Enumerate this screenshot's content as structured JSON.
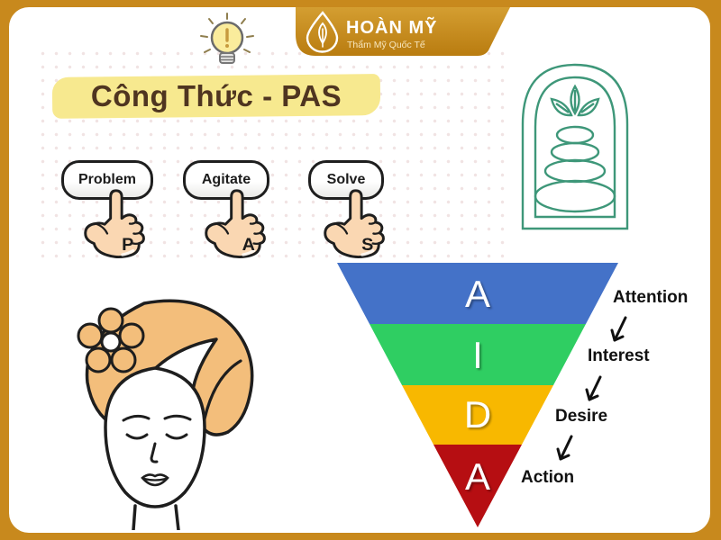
{
  "brand": {
    "name": "HOÀN MỸ",
    "tagline": "Thẩm Mỹ Quốc Tế",
    "icon": "water-drop-leaf-icon",
    "ribbon_color": "#C8891D"
  },
  "title": {
    "text": "Công Thức - PAS",
    "highlight_color": "#F7E98F",
    "text_color": "#4F3520"
  },
  "pas": {
    "items": [
      {
        "label": "Problem",
        "letter": "P"
      },
      {
        "label": "Agitate",
        "letter": "A"
      },
      {
        "label": "Solve",
        "letter": "S"
      }
    ]
  },
  "spa_logo": {
    "icon": "arch-leaves-stones-icon",
    "color": "#3E9779"
  },
  "woman_illustration": {
    "icon": "woman-turban-flower-illustration",
    "turban_color": "#F3BE7B"
  },
  "funnel": {
    "type": "funnel",
    "levels": [
      {
        "letter": "A",
        "label": "Attention",
        "color": "#4472C8"
      },
      {
        "letter": "I",
        "label": "Interest",
        "color": "#2FCE62"
      },
      {
        "letter": "D",
        "label": "Desire",
        "color": "#F8B800"
      },
      {
        "letter": "A",
        "label": "Action",
        "color": "#B60E12"
      }
    ]
  },
  "frame": {
    "border_color": "#C8891D",
    "card_background": "#FFFFFF",
    "dot_color": "#EEDEDE"
  }
}
